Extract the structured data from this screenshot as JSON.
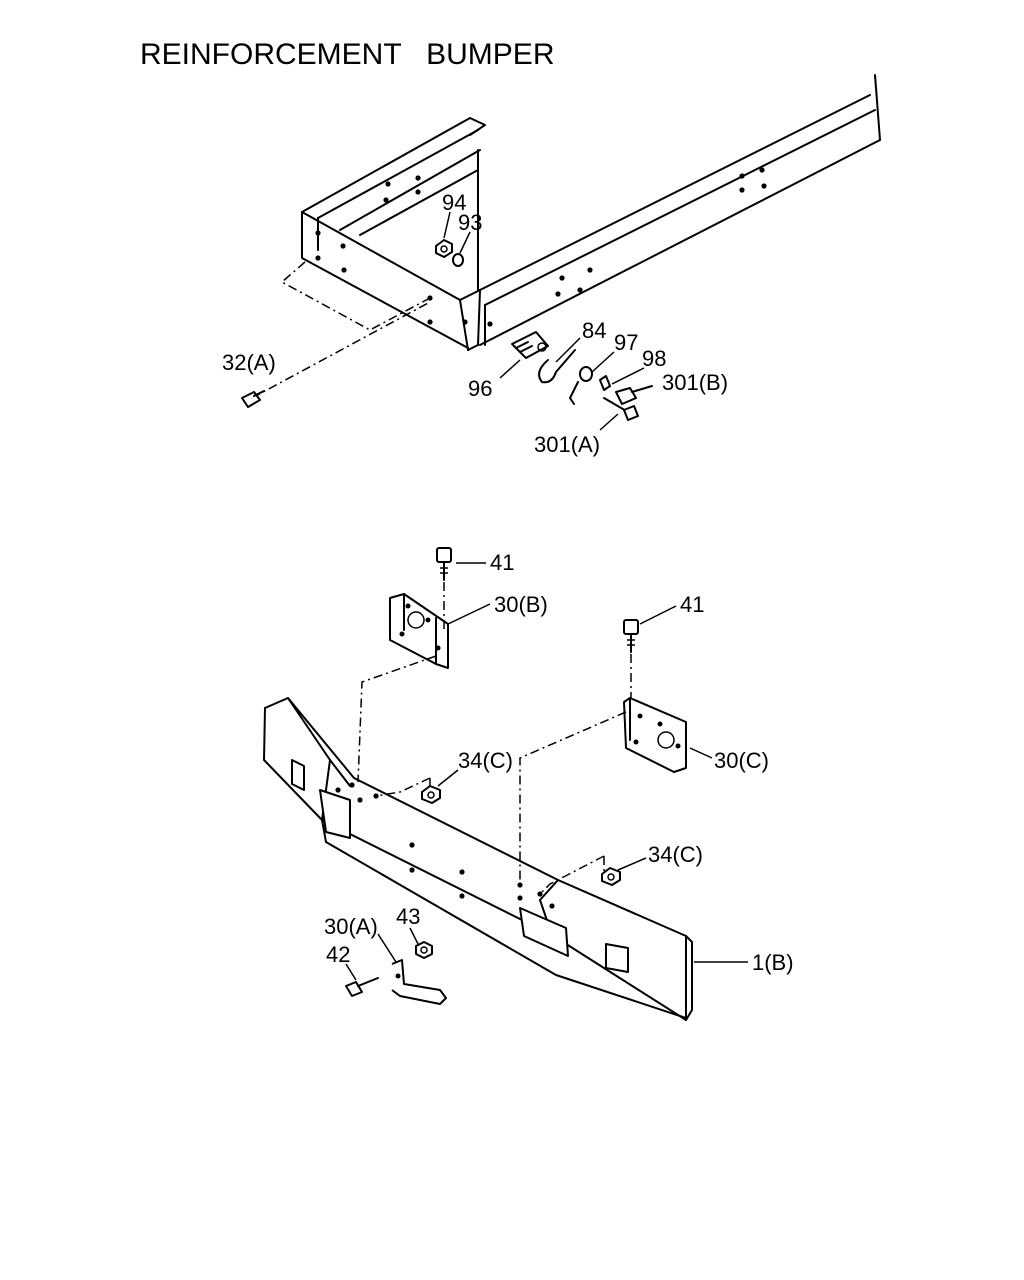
{
  "title": "REINFORCEMENT   BUMPER",
  "callouts": {
    "c94": "94",
    "c93": "93",
    "c32a": "32(A)",
    "c84": "84",
    "c97": "97",
    "c98": "98",
    "c301b": "301(B)",
    "c96": "96",
    "c301a": "301(A)",
    "c41a": "41",
    "c30b": "30(B)",
    "c41b": "41",
    "c34c1": "34(C)",
    "c30c": "30(C)",
    "c34c2": "34(C)",
    "c30a": "30(A)",
    "c43": "43",
    "c42": "42",
    "c1b": "1(B)"
  }
}
